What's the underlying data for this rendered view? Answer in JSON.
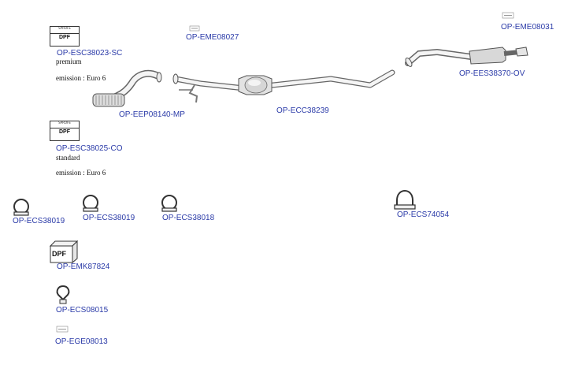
{
  "parts": {
    "esc38023": {
      "code": "OP-ESC38023-SC",
      "variant": "premium",
      "emission": "emission : Euro 6",
      "box_label": "DPF",
      "box_header": "SPROFE"
    },
    "eme08027": {
      "code": "OP-EME08027"
    },
    "eme08031": {
      "code": "OP-EME08031"
    },
    "eep08140": {
      "code": "OP-EEP08140-MP"
    },
    "ecc38239": {
      "code": "OP-ECC38239"
    },
    "ees38370": {
      "code": "OP-EES38370-OV"
    },
    "esc38025": {
      "code": "OP-ESC38025-CO",
      "variant": "standard",
      "emission": "emission : Euro 6",
      "box_label": "DPF",
      "box_header": "SPROFE"
    },
    "ecs38019a": {
      "code": "OP-ECS38019"
    },
    "ecs38019b": {
      "code": "OP-ECS38019"
    },
    "ecs38018": {
      "code": "OP-ECS38018"
    },
    "ecs74054": {
      "code": "OP-ECS74054"
    },
    "emk87824": {
      "code": "OP-EMK87824",
      "box_label": "DPF"
    },
    "ecs08015": {
      "code": "OP-ECS08015"
    },
    "ege08013": {
      "code": "OP-EGE08013"
    }
  }
}
